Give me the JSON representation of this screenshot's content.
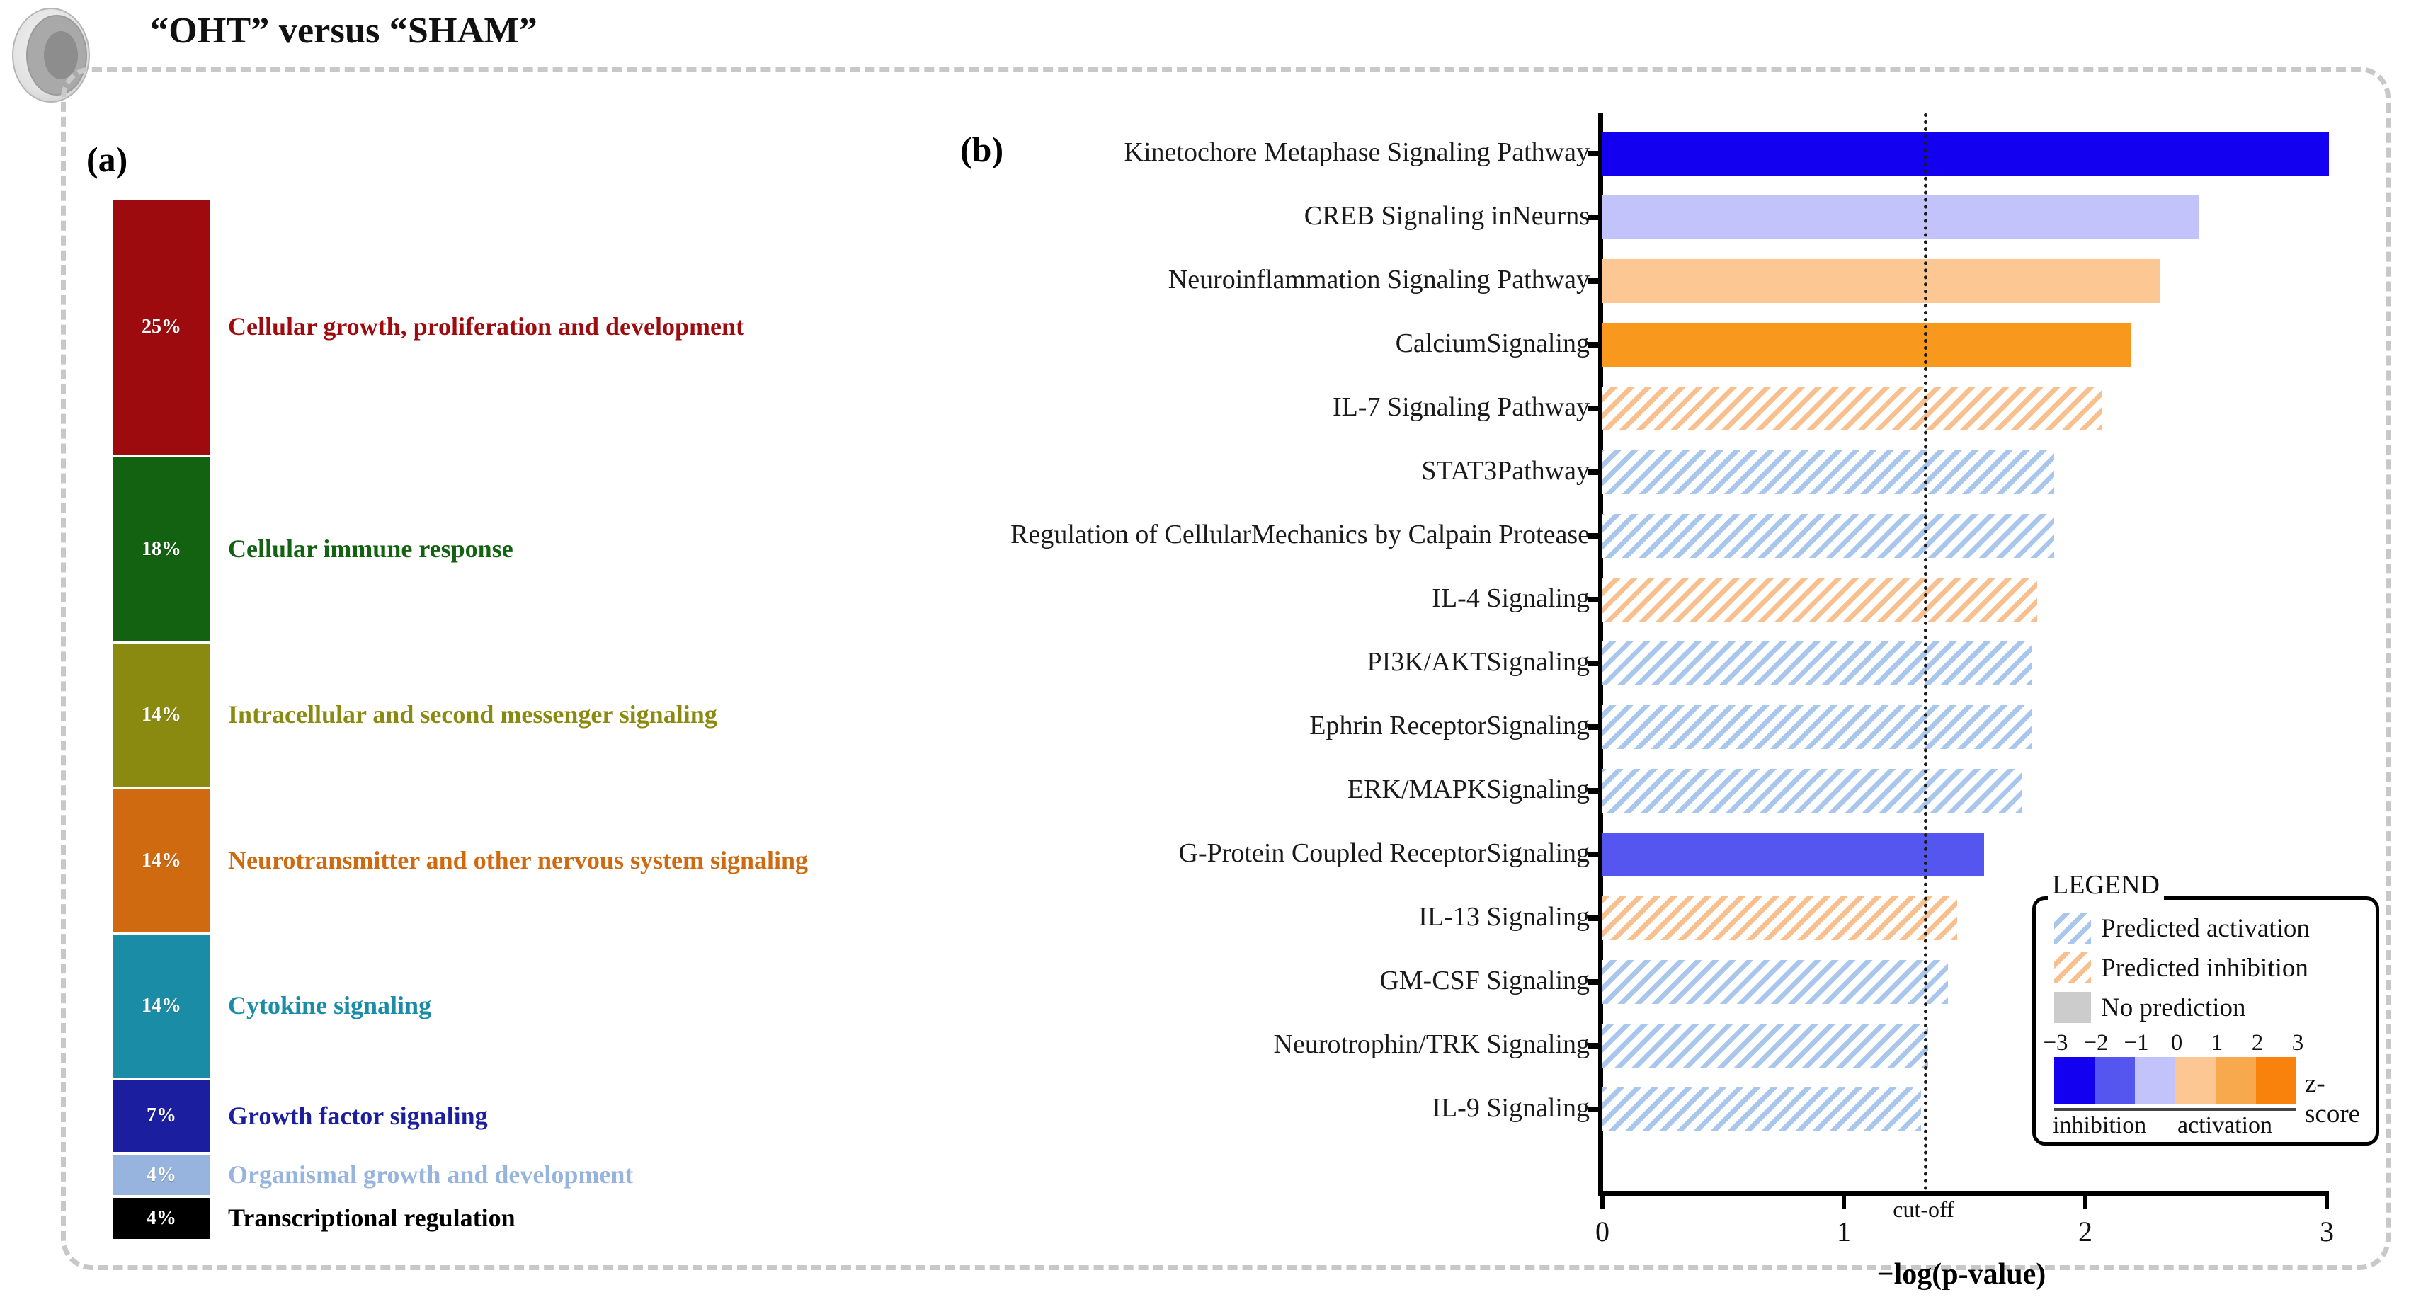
{
  "title": "“OHT” versus “SHAM”",
  "panels": {
    "a_label": "(a)",
    "b_label": "(b)"
  },
  "category_chart": {
    "type": "bar",
    "title": "",
    "categories": [
      "Cellular growth, proliferation and development",
      "Cellular immune response",
      "Intracellular and second messenger signaling",
      "Neurotransmitter and other nervous system signaling",
      "Cytokine signaling",
      "Growth factor signaling",
      "Organismal growth and development",
      "Transcriptional regulation"
    ],
    "value_labels": [
      "25%",
      "18%",
      "14%",
      "14%",
      "14%",
      "7%",
      "4%",
      "4%"
    ],
    "values": [
      25,
      18,
      14,
      14,
      14,
      7,
      4,
      4
    ],
    "colors": [
      "#9e0b0f",
      "#136211",
      "#8a8a11",
      "#cf6a11",
      "#1a8ca6",
      "#1b1e9e",
      "#97b4de",
      "#000000"
    ],
    "ylabel": "",
    "xlabel": ""
  },
  "chart_data": {
    "type": "bar",
    "orientation": "horizontal",
    "title": "",
    "xlabel": "−log(p-value)",
    "ylabel": "",
    "xlim": [
      0,
      3
    ],
    "xticks": [
      "0",
      "1",
      "2",
      "3"
    ],
    "cutoff": 1.33,
    "cutoff_label": "cut-off",
    "grid": false,
    "categories": [
      "Kinetochore Metaphase Signaling Pathway",
      "CREB Signaling inNeurns",
      "Neuroinflammation Signaling Pathway",
      "CalciumSignaling",
      "IL-7 Signaling Pathway",
      "STAT3Pathway",
      "Regulation of CellularMechanics  by Calpain Protease",
      "IL-4 Signaling",
      "PI3K/AKTSignaling",
      "Ephrin ReceptorSignaling",
      "ERK/MAPKSignaling",
      "G-Protein Coupled ReceptorSignaling",
      "IL-13 Signaling",
      "GM-CSF Signaling",
      "Neurotrophin/TRK Signaling",
      "IL-9 Signaling"
    ],
    "values": [
      3.01,
      2.47,
      2.31,
      2.19,
      2.07,
      1.87,
      1.87,
      1.8,
      1.78,
      1.78,
      1.74,
      1.58,
      1.47,
      1.43,
      1.35,
      1.32
    ],
    "fills": [
      "solid-blue-dark",
      "solid-blue-light",
      "solid-orange-light",
      "solid-orange-dark",
      "hatch-orange",
      "hatch-blue",
      "hatch-blue",
      "hatch-orange",
      "hatch-blue",
      "hatch-blue",
      "hatch-blue",
      "solid-blue-mid",
      "hatch-orange",
      "hatch-blue",
      "hatch-blue",
      "hatch-blue"
    ]
  },
  "legend": {
    "title": "LEGEND",
    "items": [
      {
        "label": "Predicted activation",
        "swatch": "hatch-blue"
      },
      {
        "label": "Predicted inhibition",
        "swatch": "hatch-orange"
      },
      {
        "label": "No prediction",
        "swatch": "solid-gray"
      }
    ],
    "zscore_label": "z-score",
    "zscore_ticks": [
      "−3",
      "−2",
      "−1",
      "0",
      "1",
      "2",
      "3"
    ],
    "zscore_colors": [
      "#1400f0",
      "#5555f0",
      "#c3c3fb",
      "#fcc792",
      "#f8a94e",
      "#f9820d"
    ],
    "caption_left": "inhibition",
    "caption_right": "activation"
  },
  "colors": {
    "blue_dark": "#1400f0",
    "blue_mid": "#5555f0",
    "blue_light": "#c3c3fb",
    "orange_light": "#fcc792",
    "orange_dark": "#f8981d",
    "gray": "#cccccc",
    "hatch_blue": "#a9c7ec",
    "hatch_orange": "#f7c08e"
  }
}
